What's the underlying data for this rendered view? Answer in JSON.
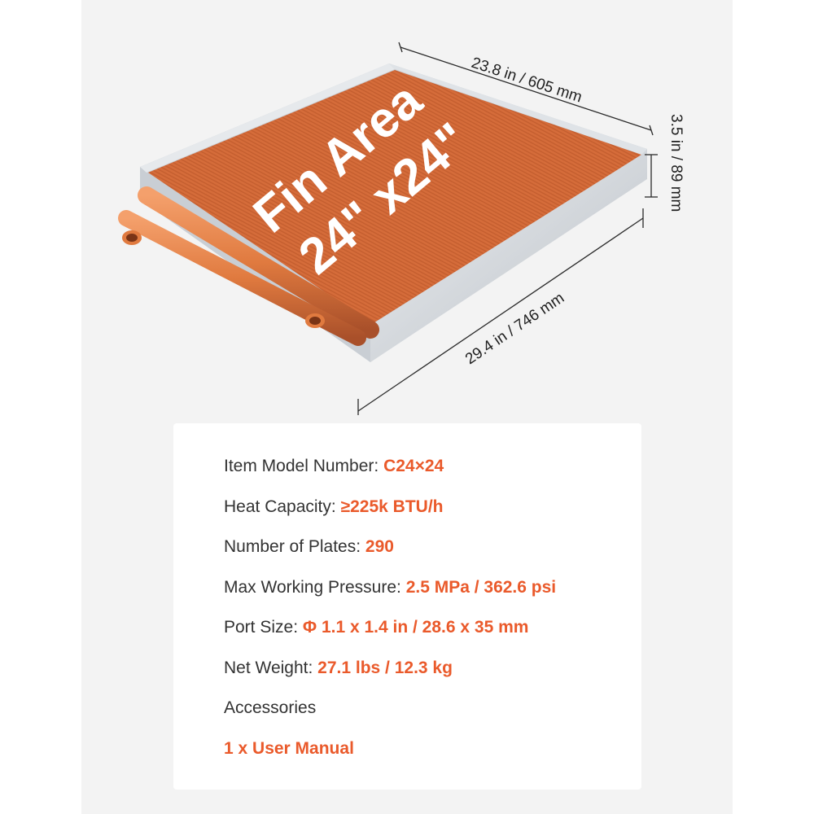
{
  "product": {
    "fin_area_line1": "Fin Area",
    "fin_area_line2": "24\" x24\""
  },
  "dimensions": {
    "width": "23.8 in / 605 mm",
    "height": "3.5 in / 89 mm",
    "depth": "29.4 in / 746 mm"
  },
  "specs": [
    {
      "label": "Item Model Number: ",
      "value": "C24×24"
    },
    {
      "label": "Heat Capacity: ",
      "value": "≥225k BTU/h"
    },
    {
      "label": "Number of Plates: ",
      "value": "290"
    },
    {
      "label": "Max Working Pressure: ",
      "value": "2.5 MPa / 362.6 psi"
    },
    {
      "label": "Port Size: ",
      "value": "Φ 1.1 x 1.4 in / 28.6 x 35 mm"
    },
    {
      "label": "Net Weight: ",
      "value": "27.1 lbs / 12.3 kg"
    },
    {
      "label": "Accessories",
      "value": ""
    },
    {
      "label": "",
      "value": "1 x User Manual"
    }
  ],
  "colors": {
    "accent": "#ea5a2b",
    "fin": "#d9703e",
    "frame": "#d4d8dd",
    "copper": "#e0783f"
  }
}
